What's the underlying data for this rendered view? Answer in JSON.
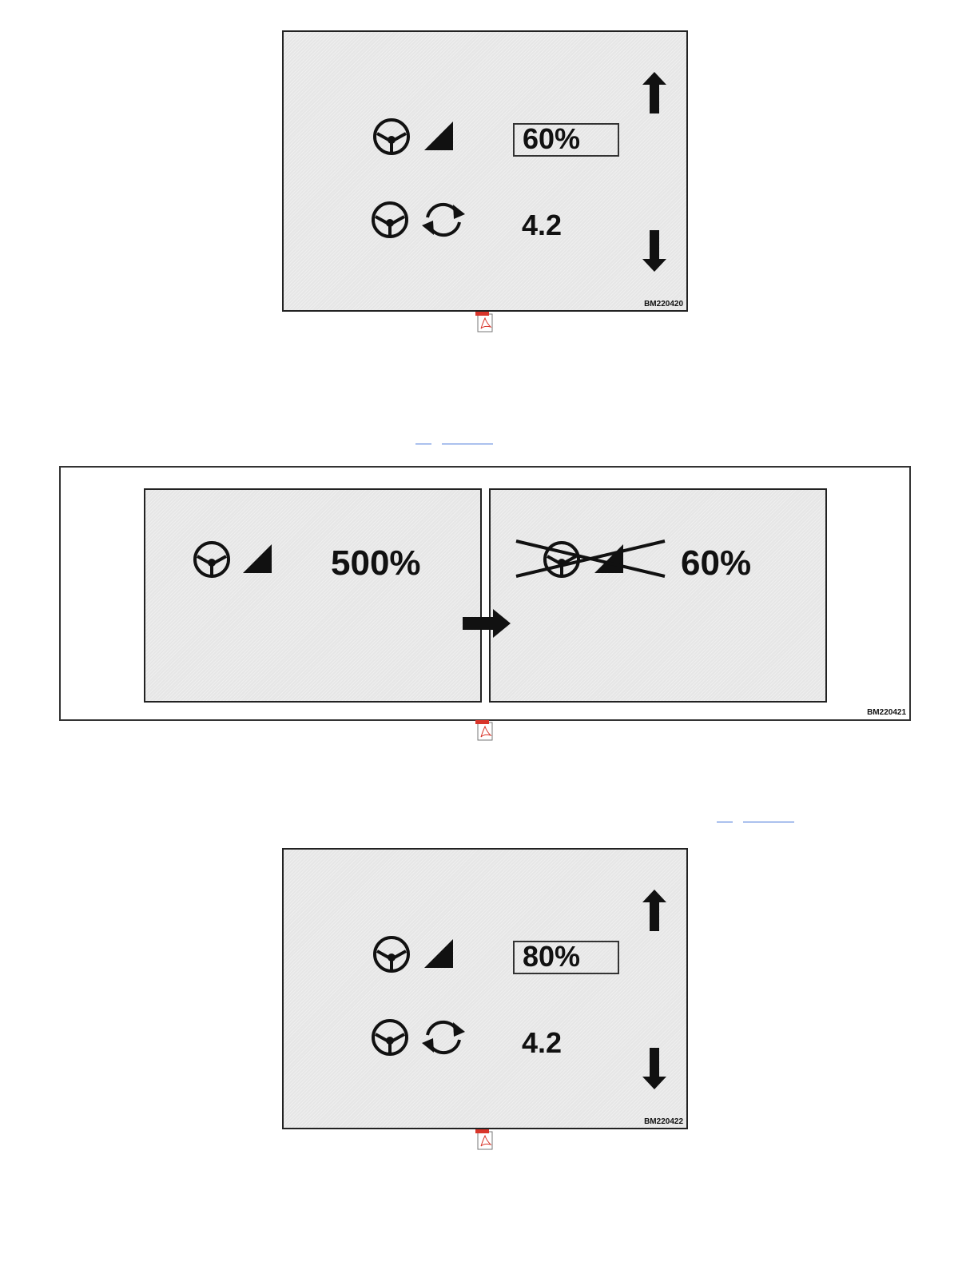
{
  "figures": [
    {
      "code": "BM220420",
      "row1_value": "60%",
      "row2_value": "4.2"
    },
    {
      "code": "BM220421",
      "left_value": "500%",
      "right_value": "60%"
    },
    {
      "code": "BM220422",
      "row1_value": "80%",
      "row2_value": "4.2"
    }
  ],
  "icons": {
    "steering": "steering-wheel-icon",
    "gradient": "gradient-triangle-icon",
    "rotation": "rotation-arrows-icon",
    "up": "arrow-up-icon",
    "down": "arrow-down-icon",
    "right": "arrow-right-icon",
    "pdf": "pdf-icon"
  },
  "colors": {
    "screen_bg": "#e6e6e6",
    "link": "#3b6fd6",
    "pdf_red": "#d8352a"
  }
}
